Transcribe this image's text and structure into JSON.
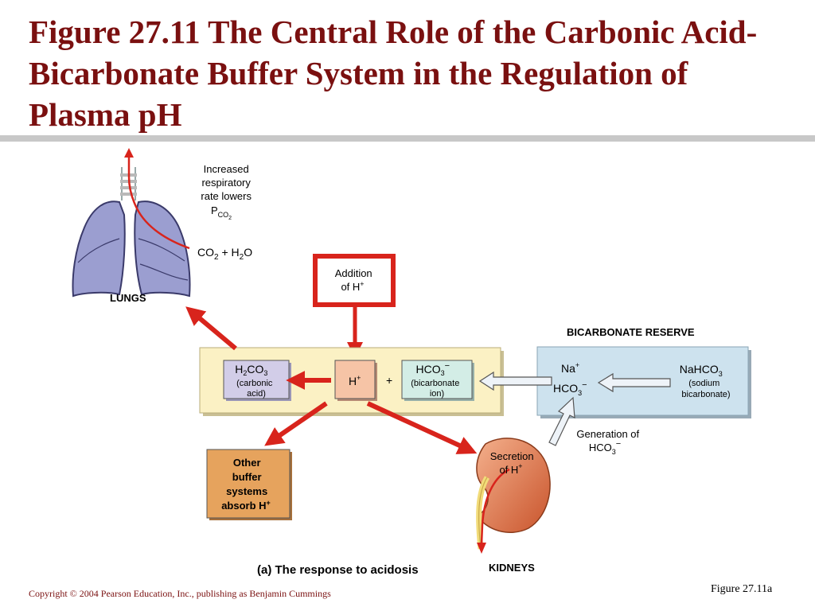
{
  "slide": {
    "title": "Figure 27.11  The Central Role of the Carbonic Acid-Bicarbonate Buffer System in the Regulation of Plasma pH",
    "copyright": "Copyright © 2004 Pearson Education, Inc., publishing as Benjamin Cummings",
    "figure_ref": "Figure 27.11a"
  },
  "diagram": {
    "lungs": {
      "label": "LUNGS",
      "note": [
        "Increased",
        "respiratory",
        "rate lowers",
        "P",
        "CO",
        "2"
      ],
      "gas": {
        "co2": "CO",
        "sub2": "2",
        "plus": " + H",
        "h2o_sub": "2",
        "o": "O"
      }
    },
    "addition": {
      "line1": "Addition",
      "line2": "of H",
      "sup": "+"
    },
    "carbonic": {
      "f1": "H",
      "s1": "2",
      "f2": "CO",
      "s2": "3",
      "l2": "(carbonic",
      "l3": "acid)"
    },
    "hion": {
      "text": "H",
      "sup": "+"
    },
    "plus_sign": "+",
    "bicarbonate_ion": {
      "f": "HCO",
      "s": "3",
      "sup": "−",
      "l2": "(bicarbonate",
      "l3": "ion)"
    },
    "reserve": {
      "heading": "BICARBONATE RESERVE",
      "na": "Na",
      "na_sup": "+",
      "hco": "HCO",
      "hco_sub": "3",
      "hco_sup": "−",
      "nahco": "NaHCO",
      "nahco_sub": "3",
      "l2": "(sodium",
      "l3": "bicarbonate)"
    },
    "generation": {
      "l1": "Generation of",
      "l2": "HCO",
      "sub": "3",
      "sup": "−"
    },
    "other_buffers": {
      "lines": [
        "Other",
        "buffer",
        "systems",
        "absorb H"
      ],
      "sup": "+"
    },
    "secretion": {
      "l1": "Secretion",
      "l2": "of H",
      "sup": "+"
    },
    "kidneys_label": "KIDNEYS",
    "caption": "(a) The response to acidosis"
  },
  "colors": {
    "title": "#7a1010",
    "arrow_red": "#d8241c",
    "central_box": "#fbf1c4",
    "reserve_box": "#cde2ee",
    "carbonic_box": "#d2cde8",
    "h_box": "#f6c4a6",
    "bicarb_box": "#d3ede6",
    "other_box": "#e6a35d",
    "kidney": "#e58a5a",
    "lung": "#9b9ed0",
    "hollow_arrow": "#eef3f8"
  }
}
